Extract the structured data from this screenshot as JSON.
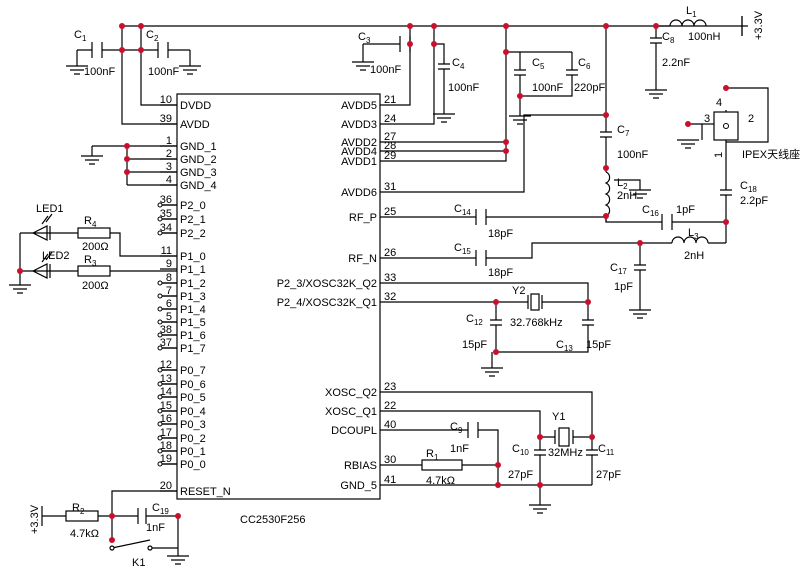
{
  "chip": {
    "name": "CC2530F256",
    "left_pins": [
      {
        "num": "10",
        "label": "DVDD"
      },
      {
        "num": "39",
        "label": "AVDD"
      },
      {
        "num": "1",
        "label": "GND_1"
      },
      {
        "num": "2",
        "label": "GND_2"
      },
      {
        "num": "3",
        "label": "GND_3"
      },
      {
        "num": "4",
        "label": "GND_4"
      },
      {
        "num": "36",
        "label": "P2_0"
      },
      {
        "num": "35",
        "label": "P2_1"
      },
      {
        "num": "34",
        "label": "P2_2"
      },
      {
        "num": "11",
        "label": "P1_0"
      },
      {
        "num": "9",
        "label": "P1_1"
      },
      {
        "num": "8",
        "label": "P1_2"
      },
      {
        "num": "7",
        "label": "P1_3"
      },
      {
        "num": "6",
        "label": "P1_4"
      },
      {
        "num": "5",
        "label": "P1_5"
      },
      {
        "num": "38",
        "label": "P1_6"
      },
      {
        "num": "37",
        "label": "P1_7"
      },
      {
        "num": "12",
        "label": "P0_7"
      },
      {
        "num": "13",
        "label": "P0_6"
      },
      {
        "num": "14",
        "label": "P0_5"
      },
      {
        "num": "15",
        "label": "P0_4"
      },
      {
        "num": "16",
        "label": "P0_3"
      },
      {
        "num": "17",
        "label": "P0_2"
      },
      {
        "num": "18",
        "label": "P0_1"
      },
      {
        "num": "19",
        "label": "P0_0"
      },
      {
        "num": "20",
        "label": "RESET_N"
      }
    ],
    "right_pins": [
      {
        "num": "21",
        "label": "AVDD5"
      },
      {
        "num": "24",
        "label": "AVDD3"
      },
      {
        "num": "27",
        "label": "AVDD2"
      },
      {
        "num": "28",
        "label": "AVDD4"
      },
      {
        "num": "29",
        "label": "AVDD1"
      },
      {
        "num": "31",
        "label": "AVDD6"
      },
      {
        "num": "25",
        "label": "RF_P"
      },
      {
        "num": "26",
        "label": "RF_N"
      },
      {
        "num": "33",
        "label": "P2_3/XOSC32K_Q2"
      },
      {
        "num": "32",
        "label": "P2_4/XOSC32K_Q1"
      },
      {
        "num": "23",
        "label": "XOSC_Q2"
      },
      {
        "num": "22",
        "label": "XOSC_Q1"
      },
      {
        "num": "40",
        "label": "DCOUPL"
      },
      {
        "num": "30",
        "label": "RBIAS"
      },
      {
        "num": "41",
        "label": "GND_5"
      }
    ]
  },
  "components": {
    "C1": {
      "ref": "C",
      "sub": "1",
      "value": "100nF"
    },
    "C2": {
      "ref": "C",
      "sub": "2",
      "value": "100nF"
    },
    "C3": {
      "ref": "C",
      "sub": "3",
      "value": "100nF"
    },
    "C4": {
      "ref": "C",
      "sub": "4",
      "value": "100nF"
    },
    "C5": {
      "ref": "C",
      "sub": "5",
      "value": "100nF"
    },
    "C6": {
      "ref": "C",
      "sub": "6",
      "value": "220pF"
    },
    "C7": {
      "ref": "C",
      "sub": "7",
      "value": "100nF"
    },
    "C8": {
      "ref": "C",
      "sub": "8",
      "value": "2.2nF"
    },
    "C9": {
      "ref": "C",
      "sub": "9",
      "value": "1nF"
    },
    "C10": {
      "ref": "C",
      "sub": "10",
      "value": "27pF"
    },
    "C11": {
      "ref": "C",
      "sub": "11",
      "value": "27pF"
    },
    "C12": {
      "ref": "C",
      "sub": "12",
      "value": "15pF"
    },
    "C13": {
      "ref": "C",
      "sub": "13",
      "value": "15pF"
    },
    "C14": {
      "ref": "C",
      "sub": "14",
      "value": "18pF"
    },
    "C15": {
      "ref": "C",
      "sub": "15",
      "value": "18pF"
    },
    "C16": {
      "ref": "C",
      "sub": "16",
      "value": "1pF"
    },
    "C17": {
      "ref": "C",
      "sub": "17",
      "value": "1pF"
    },
    "C18": {
      "ref": "C",
      "sub": "18",
      "value": "2.2pF"
    },
    "C19": {
      "ref": "C",
      "sub": "19",
      "value": "1nF"
    },
    "L1": {
      "ref": "L",
      "sub": "1",
      "value": "100nH"
    },
    "L2": {
      "ref": "L",
      "sub": "2",
      "value": "2nH"
    },
    "L3": {
      "ref": "L",
      "sub": "3",
      "value": "2nH"
    },
    "R1": {
      "ref": "R",
      "sub": "1",
      "value": "4.7kΩ"
    },
    "R2": {
      "ref": "R",
      "sub": "2",
      "value": "4.7kΩ"
    },
    "R3": {
      "ref": "R",
      "sub": "3",
      "value": "200Ω"
    },
    "R4": {
      "ref": "R",
      "sub": "4",
      "value": "200Ω"
    },
    "Y1": {
      "ref": "Y1",
      "value": "32MHz"
    },
    "Y2": {
      "ref": "Y2",
      "value": "32.768kHz"
    }
  },
  "labels": {
    "led1": "LED1",
    "led2": "LED2",
    "k1": "K1",
    "supply_top": "+3.3V",
    "supply_reset": "+3.3V",
    "antenna": "IPEX天线座",
    "ant_pin1": "1",
    "ant_pin2": "2",
    "ant_pin3": "3",
    "ant_pin4": "4"
  },
  "colors": {
    "wire": "#000000",
    "junction": "#c8102e"
  }
}
